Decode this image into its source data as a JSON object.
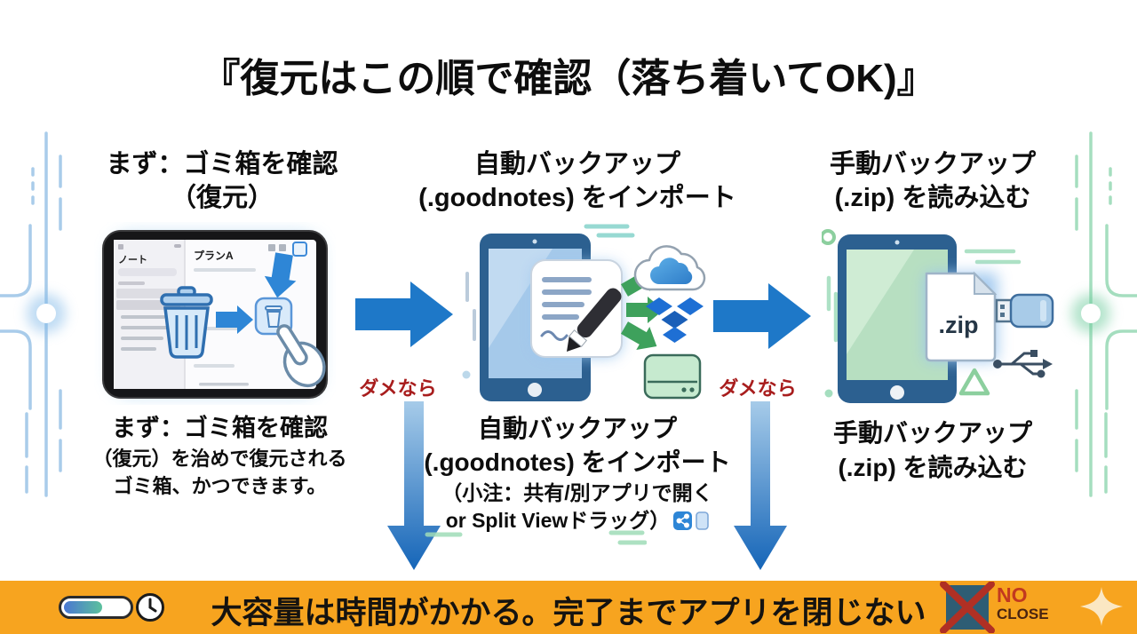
{
  "title": "『復元はこの順で確認（落ち着いてOK)』",
  "steps": [
    {
      "header1": "まず：ゴミ箱を確認",
      "header2": "（復元）",
      "cap1": "まず：ゴミ箱を確認",
      "cap2": "（復元）を治めで復元される",
      "cap3": "ゴミ箱、かつできます。",
      "device": {
        "sidebar_title": "ノート",
        "doc_title": "プランA"
      }
    },
    {
      "header1": "自動バックアップ",
      "header2": "(.goodnotes) をインポート",
      "cap1": "自動バックアップ",
      "cap2": "(.goodnotes) をインポート",
      "cap3": "（小注：共有/別アプリで開く",
      "cap4": "or Split Viewドラッグ）"
    },
    {
      "header1": "手動バックアップ",
      "header2": "(.zip) を読み込む",
      "cap1": "手動バックアップ",
      "cap2": "(.zip) を読み込む",
      "file_label": ".zip"
    }
  ],
  "fail_label": "ダメなら",
  "banner": {
    "message": "大容量は時間がかかる。完了までアプリを閉じない",
    "no_label": "NO",
    "close_label": "CLOSE",
    "progress_percent": 55
  },
  "icons": {
    "trash": "trash-can",
    "hand": "pointing-hand-cursor",
    "note_pen": "note-with-pen",
    "icloud": "icloud-cloud",
    "dropbox": "dropbox-diamonds",
    "hard_drive": "external-drive",
    "zip_file": "zip-document",
    "usb_stick": "usb-flash-drive",
    "usb_symbol": "usb-trident",
    "share": "share-nodes",
    "tablet": "tablet-outline",
    "clock": "clock-face",
    "progress": "progress-pill",
    "no_close": "crossed-app-window",
    "sparkle": "four-point-star"
  },
  "colors": {
    "banner_bg": "#F7A41F",
    "arrow_blue": "#1E78C8",
    "fail_red": "#A81D1D",
    "accent_green": "#3EA15C"
  }
}
